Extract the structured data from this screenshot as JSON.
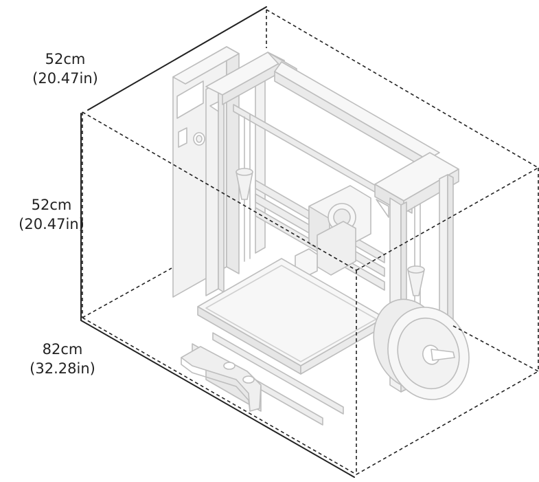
{
  "dimensions": {
    "depth": {
      "metric": "52cm",
      "imperial": "(20.47in)"
    },
    "height": {
      "metric": "52cm",
      "imperial": "(20.47in)"
    },
    "width": {
      "metric": "82cm",
      "imperial": "(32.28in)"
    }
  },
  "colors": {
    "line": "#222222",
    "printer_fill": "#f2f2f2",
    "printer_stroke": "#bdbdbd"
  }
}
